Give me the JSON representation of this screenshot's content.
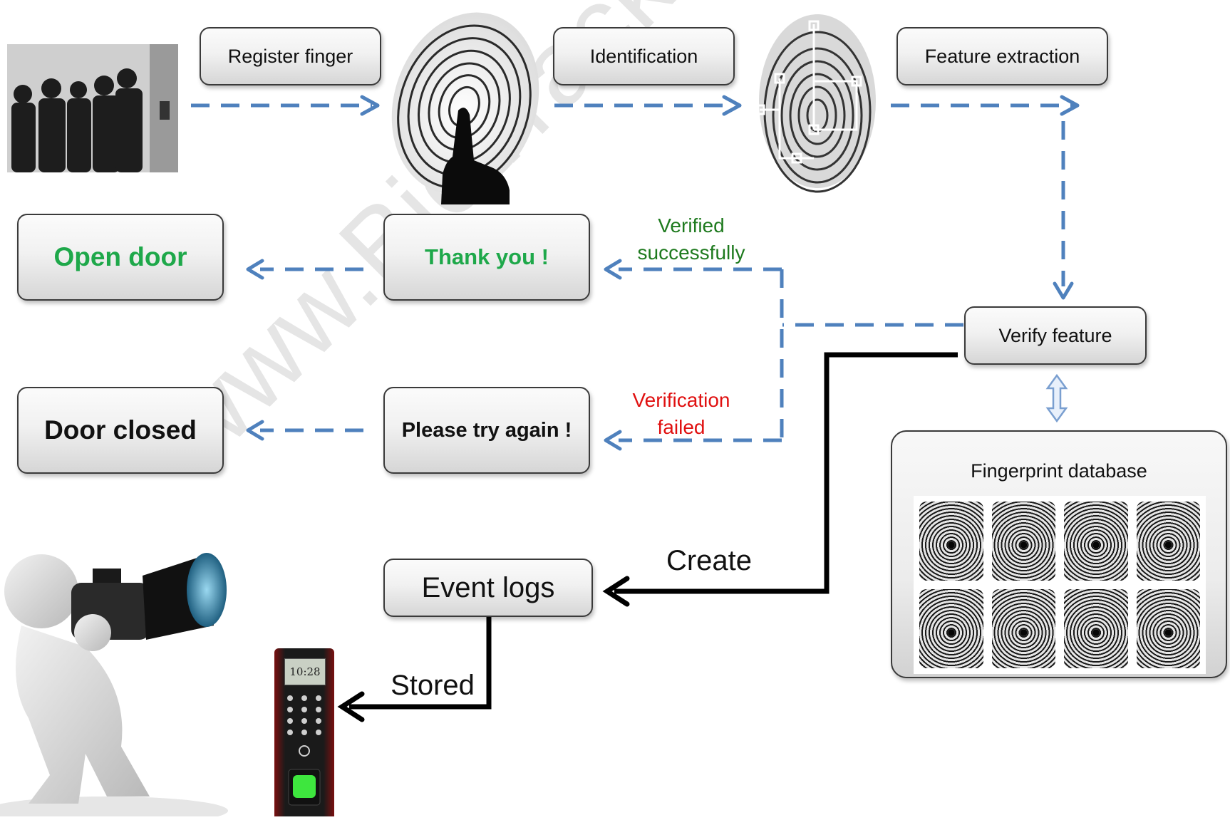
{
  "steps": {
    "register": "Register finger",
    "identification": "Identification",
    "feature_extraction": "Feature extraction",
    "verify": "Verify feature",
    "thank_you": "Thank you !",
    "open_door": "Open door",
    "try_again": "Please try again !",
    "door_closed": "Door closed",
    "event_logs": "Event logs"
  },
  "labels": {
    "verified_line1": "Verified",
    "verified_line2": "successfully",
    "failed_line1": "Verification",
    "failed_line2": "failed",
    "create": "Create",
    "stored": "Stored"
  },
  "database": {
    "title": "Fingerprint database"
  },
  "device_screen": {
    "time": "10:28"
  },
  "watermark": "www.BioTrackSoftware.com",
  "colors": {
    "dashed_arrow": "#4f81bd",
    "solid_arrow": "#000000",
    "success_text": "#1e7a1e",
    "fail_text": "#e01010",
    "open_door_text": "#1ea84a"
  }
}
